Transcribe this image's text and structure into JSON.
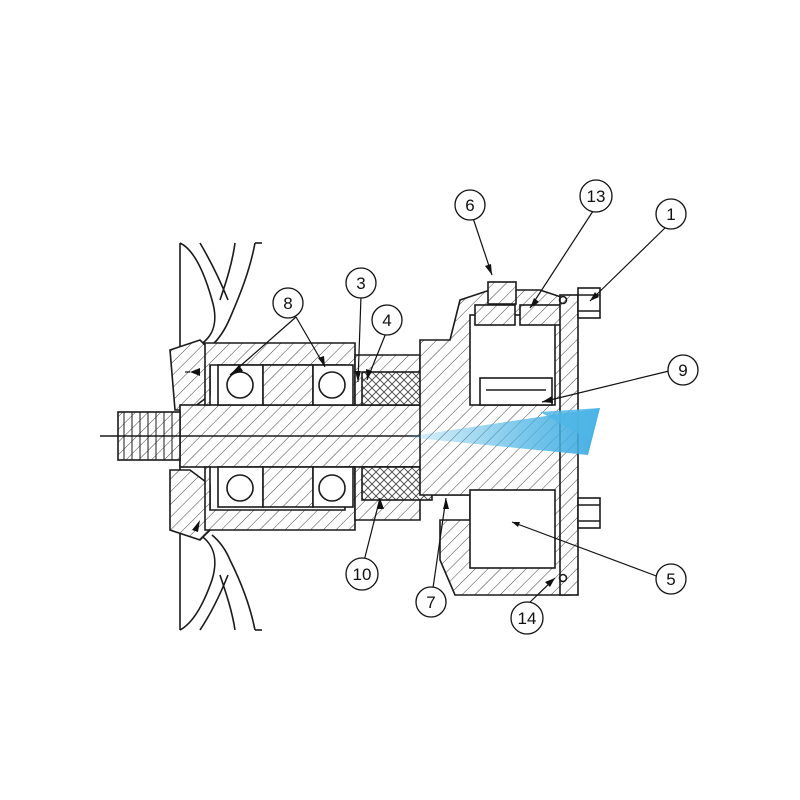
{
  "diagram": {
    "callouts": [
      {
        "id": "c1",
        "label": "1"
      },
      {
        "id": "c3",
        "label": "3"
      },
      {
        "id": "c4",
        "label": "4"
      },
      {
        "id": "c5",
        "label": "5"
      },
      {
        "id": "c6",
        "label": "6"
      },
      {
        "id": "c7",
        "label": "7"
      },
      {
        "id": "c8",
        "label": "8"
      },
      {
        "id": "c9",
        "label": "9"
      },
      {
        "id": "c10",
        "label": "10"
      },
      {
        "id": "c13",
        "label": "13"
      },
      {
        "id": "c14",
        "label": "14"
      }
    ],
    "colors": {
      "line": "#1a1a1a",
      "hatch": "#444444",
      "water_jet": "#4fb6e6"
    }
  }
}
